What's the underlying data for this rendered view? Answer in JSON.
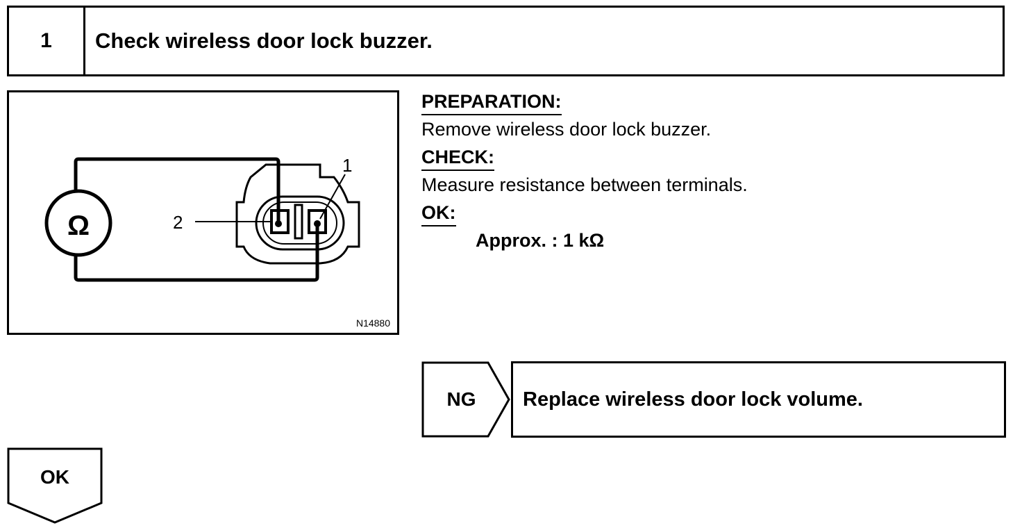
{
  "step": {
    "number": "1",
    "title": "Check wireless door lock buzzer."
  },
  "figure": {
    "meter_symbol": "Ω",
    "terminal_1": "1",
    "terminal_2": "2",
    "code": "N14880"
  },
  "instructions": {
    "preparation_heading": "PREPARATION:",
    "preparation_text": "Remove wireless door lock buzzer.",
    "check_heading": "CHECK:",
    "check_text": "Measure resistance between terminals.",
    "ok_heading": "OK:",
    "ok_spec": "Approx. : 1 kΩ"
  },
  "ng_branch": {
    "label": "NG",
    "action": "Replace wireless door lock volume."
  },
  "ok_branch": {
    "label": "OK"
  }
}
